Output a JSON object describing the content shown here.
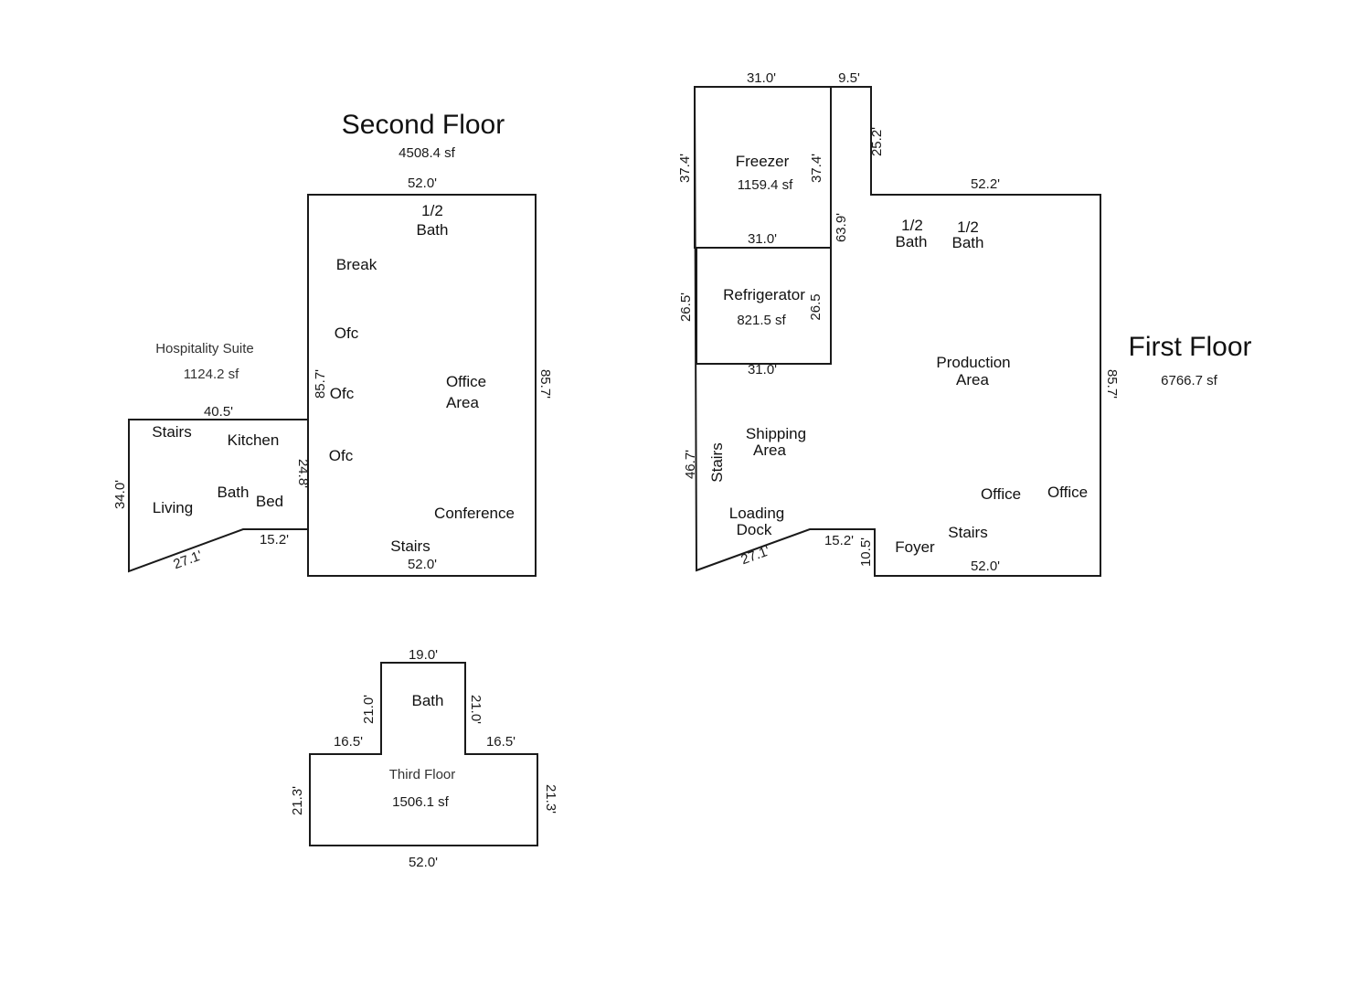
{
  "second_floor": {
    "title": "Second Floor",
    "area": "4508.4 sf",
    "dims": {
      "top": "52.0'",
      "bottom": "52.0'",
      "left": "85.7'",
      "right": "85.7'"
    },
    "rooms": {
      "half_bath_1": "1/2",
      "half_bath_2": "Bath",
      "break": "Break",
      "ofc1": "Ofc",
      "ofc2": "Ofc",
      "ofc3": "Ofc",
      "office_1": "Office",
      "office_2": "Area",
      "conference": "Conference",
      "stairs": "Stairs"
    }
  },
  "hospitality_suite": {
    "title": "Hospitality Suite",
    "area": "1124.2 sf",
    "dims": {
      "top": "40.5'",
      "left": "34.0'",
      "right": "24.8'",
      "bottom_right": "15.2'",
      "diagonal": "27.1'"
    },
    "rooms": {
      "stairs": "Stairs",
      "kitchen": "Kitchen",
      "living": "Living",
      "bath": "Bath",
      "bed": "Bed"
    }
  },
  "third_floor": {
    "title": "Third Floor",
    "area": "1506.1 sf",
    "dims": {
      "top": "19.0'",
      "upper_left": "21.0'",
      "upper_right": "21.0'",
      "ledge_left": "16.5'",
      "ledge_right": "16.5'",
      "left": "21.3'",
      "right": "21.3'",
      "bottom": "52.0'"
    },
    "rooms": {
      "bath": "Bath"
    }
  },
  "first_floor": {
    "title": "First Floor",
    "area": "6766.7 sf",
    "dims": {
      "freezer_top": "31.0'",
      "notch_top": "9.5'",
      "notch_side": "25.2'",
      "freezer_left": "37.4'",
      "freezer_right": "37.4'",
      "freezer_bottom": "31.0'",
      "right_wall_top": "52.2'",
      "cooler_right": "63.9'",
      "refrig_left": "26.5'",
      "refrig_right": "26.5",
      "refrig_bottom": "31.0'",
      "right": "85.7'",
      "left_lower": "46.7'",
      "dock_diag": "27.1'",
      "foyer_top": "15.2'",
      "foyer_side": "10.5'",
      "bottom": "52.0'"
    },
    "rooms": {
      "freezer": "Freezer",
      "freezer_area": "1159.4 sf",
      "refrigerator": "Refrigerator",
      "refrigerator_area": "821.5 sf",
      "half_bath_a1": "1/2",
      "half_bath_a2": "Bath",
      "half_bath_b1": "1/2",
      "half_bath_b2": "Bath",
      "production_1": "Production",
      "production_2": "Area",
      "shipping_1": "Shipping",
      "shipping_2": "Area",
      "stairs_left": "Stairs",
      "loading_1": "Loading",
      "loading_2": "Dock",
      "office_1": "Office",
      "office_2": "Office",
      "stairs": "Stairs",
      "foyer": "Foyer"
    }
  }
}
